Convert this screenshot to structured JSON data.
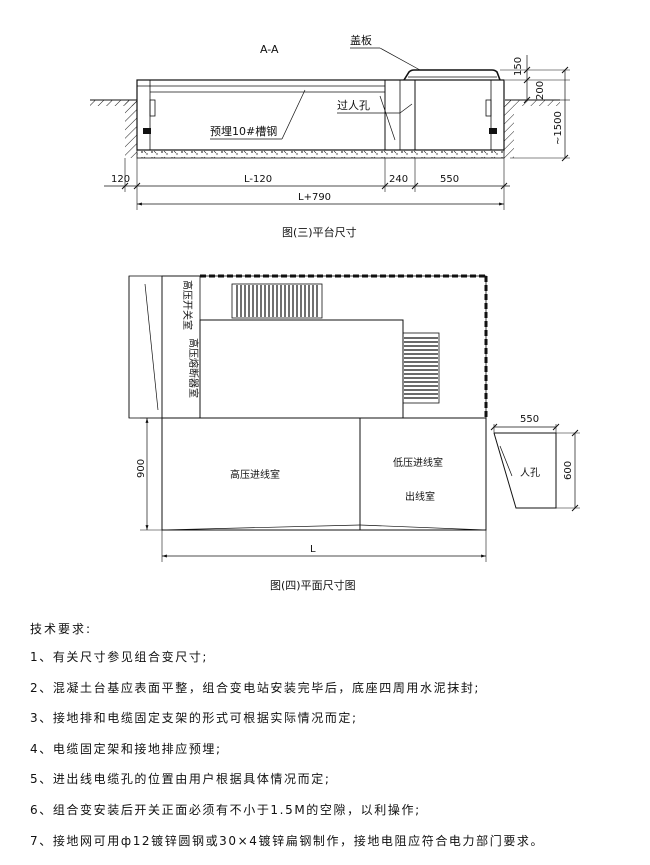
{
  "section": {
    "label": "A-A",
    "cover": "盖板",
    "manhole_pass": "过人孔",
    "channel_steel": "预埋10#槽钢",
    "dims": {
      "d120": "120",
      "l_minus": "L-120",
      "d240": "240",
      "d550": "550",
      "l_plus": "L+790",
      "d150": "150",
      "d200": "200",
      "d1500": "~1500"
    },
    "caption": "图(三)平台尺寸"
  },
  "plan": {
    "hv_switch_room": "高压开关室",
    "hv_fuse_room": "高压熔断器室",
    "hv_inlet_room": "高压进线室",
    "lv_inlet_room": "低压进线室",
    "outlet_room": "出线室",
    "manhole": "人孔",
    "dims": {
      "d900": "900",
      "L": "L",
      "d550": "550",
      "d600": "600"
    },
    "caption": "图(四)平面尺寸图"
  },
  "notes": {
    "heading": "技术要求:",
    "items": [
      "1、有关尺寸参见组合变尺寸;",
      "2、混凝土台基应表面平整，组合变电站安装完毕后，底座四周用水泥抹封;",
      "3、接地排和电缆固定支架的形式可根据实际情况而定;",
      "4、电缆固定架和接地排应预埋;",
      "5、进出线电缆孔的位置由用户根据具体情况而定;",
      "6、组合变安装后开关正面必须有不小于1.5M的空隙，以利操作;",
      "7、接地网可用ф12镀锌圆钢或30×4镀锌扁钢制作，接地电阻应符合电力部门要求。"
    ]
  }
}
